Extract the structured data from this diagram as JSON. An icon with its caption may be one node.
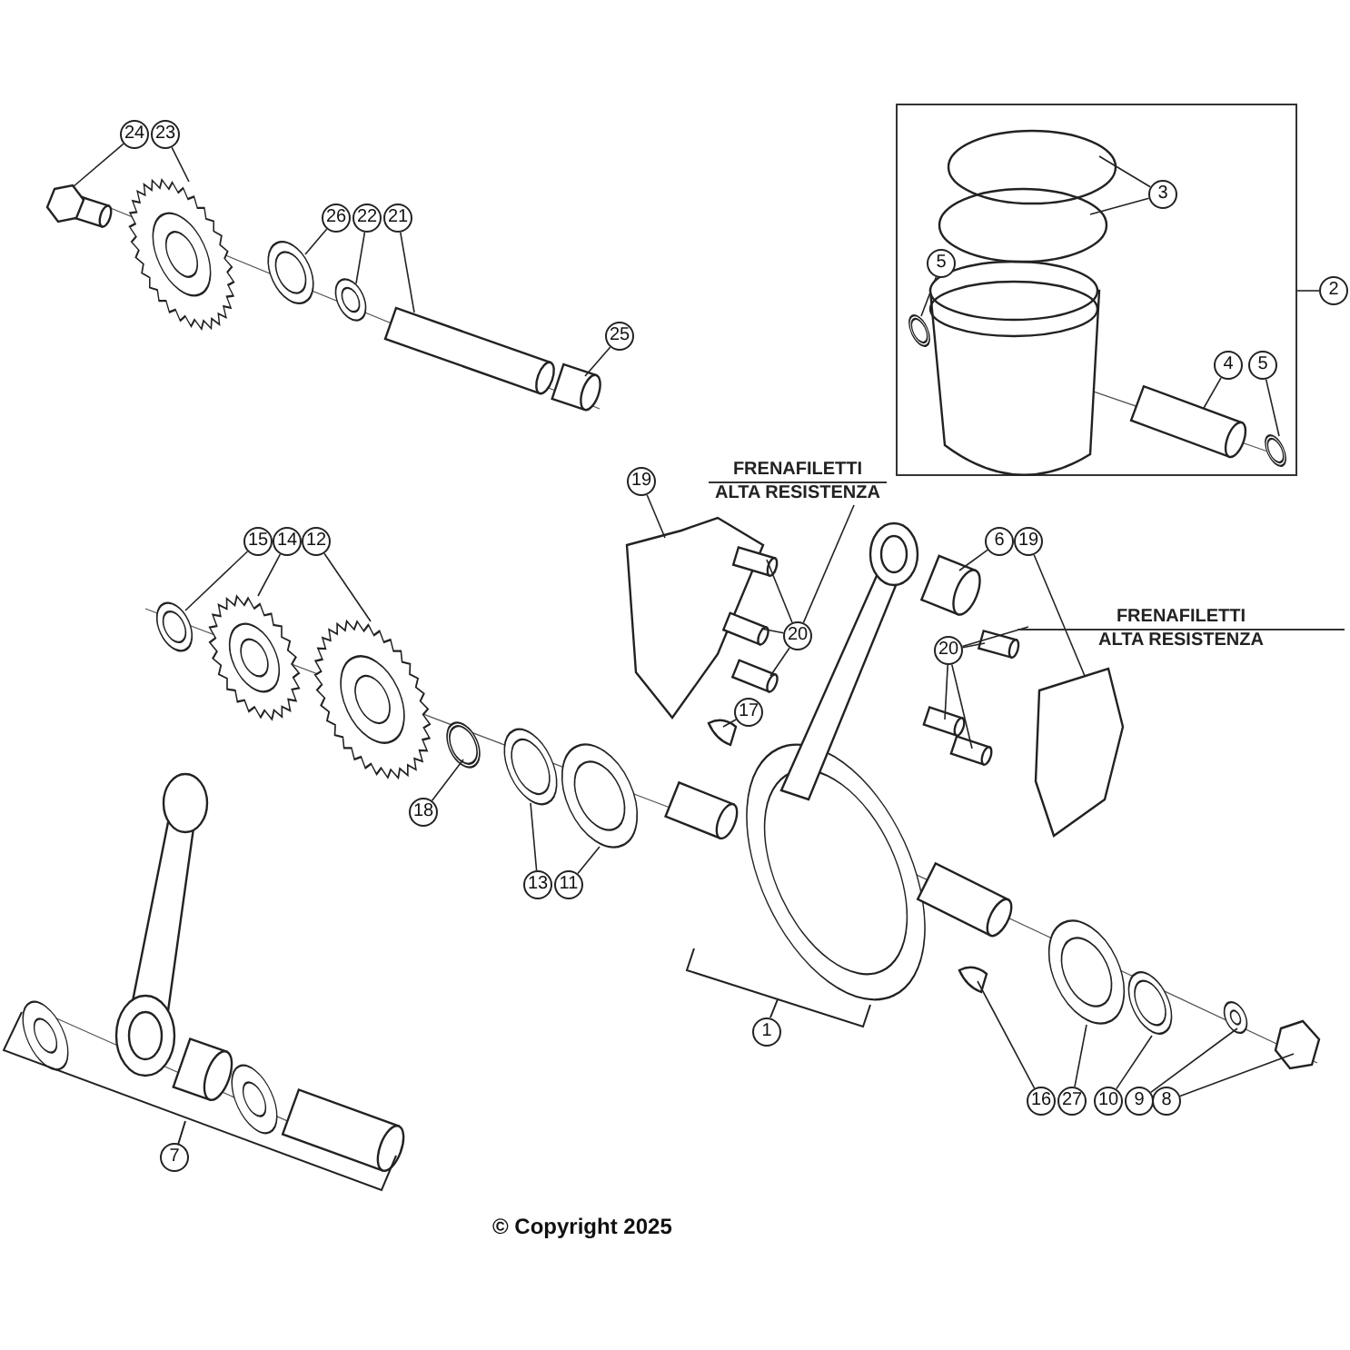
{
  "diagram": {
    "caption": "© Copyright 2025",
    "nodes": [
      {
        "text": [
          "24"
        ]
      },
      {
        "text": [
          "23"
        ]
      },
      {
        "text": [],
        "shape": "box"
      },
      {
        "text": [
          "3"
        ],
        "in": 2
      },
      {
        "text": [
          "5"
        ],
        "in": 2
      },
      {
        "text": [
          "2"
        ]
      },
      {
        "text": [
          "26"
        ]
      },
      {
        "text": [
          "22"
        ]
      },
      {
        "text": [
          "21"
        ]
      },
      {
        "text": [
          "4"
        ],
        "in": 2
      },
      {
        "text": [
          "5"
        ],
        "in": 2
      },
      {
        "text": [
          "25"
        ]
      },
      {
        "text": [
          "FRENAFILETTI",
          "ALTA RESISTENZA"
        ]
      },
      {
        "text": [
          "19"
        ]
      },
      {
        "text": [
          "6"
        ]
      },
      {
        "text": [
          "19"
        ]
      },
      {
        "text": [
          "15"
        ]
      },
      {
        "text": [
          "14"
        ]
      },
      {
        "text": [
          "12"
        ]
      },
      {
        "text": [
          "20"
        ]
      },
      {
        "text": [
          "FRENAFILETTI",
          "ALTA RESISTENZA"
        ]
      },
      {
        "text": [
          "20"
        ]
      },
      {
        "text": [
          "17"
        ]
      },
      {
        "text": [
          "18"
        ]
      },
      {
        "text": [
          "13"
        ]
      },
      {
        "text": [
          "11"
        ]
      },
      {
        "text": [
          "1"
        ]
      },
      {
        "text": [
          "16"
        ]
      },
      {
        "text": [
          "27"
        ]
      },
      {
        "text": [
          "10"
        ]
      },
      {
        "text": [
          "9"
        ]
      },
      {
        "text": [
          "8"
        ]
      },
      {
        "text": [
          "7"
        ]
      },
      {
        "text": [],
        "shape": "cylinder"
      },
      {
        "text": [],
        "shape": "picture"
      },
      {
        "text": [],
        "shape": "picture"
      },
      {
        "text": [],
        "shape": "picture"
      },
      {
        "text": [],
        "shape": "picture"
      },
      {
        "text": [],
        "shape": "cylinder"
      },
      {
        "text": [],
        "shape": "circle",
        "in": 2
      },
      {
        "text": [],
        "shape": "circle",
        "in": 2
      },
      {
        "text": [],
        "shape": "picture",
        "in": 2
      },
      {
        "text": [],
        "shape": "picture",
        "in": 2
      },
      {
        "text": [],
        "shape": "picture",
        "in": 2
      },
      {
        "text": [],
        "shape": "picture"
      },
      {
        "text": [],
        "shape": "cylinder"
      },
      {
        "text": [],
        "shape": "picture"
      },
      {
        "text": [],
        "shape": "picture"
      },
      {
        "text": [],
        "shape": "picture"
      },
      {
        "text": [],
        "shape": "picture"
      },
      {
        "text": [],
        "shape": "cylinder"
      },
      {
        "text": [],
        "shape": "cylinder"
      },
      {
        "text": [],
        "shape": "cylinder"
      },
      {
        "text": [],
        "shape": "picture"
      },
      {
        "text": [],
        "shape": "picture"
      },
      {
        "text": [],
        "shape": "picture"
      },
      {
        "text": [],
        "shape": "picture"
      },
      {
        "text": [],
        "shape": "picture"
      },
      {
        "text": [],
        "shape": "picture"
      },
      {
        "text": [],
        "shape": "picture"
      },
      {
        "text": [],
        "shape": "picture"
      },
      {
        "text": [],
        "shape": "picture"
      },
      {
        "text": [],
        "shape": "picture"
      },
      {
        "text": [],
        "shape": "picture"
      },
      {
        "text": [],
        "shape": "picture"
      }
    ],
    "edges": [
      {
        "from": 0,
        "to": 33,
        "arrow": "none"
      },
      {
        "from": 1,
        "to": 34,
        "arrow": "none"
      },
      {
        "from": 6,
        "to": 35,
        "arrow": "none"
      },
      {
        "from": 7,
        "to": 36,
        "arrow": "none"
      },
      {
        "from": 8,
        "to": 37,
        "arrow": "none"
      },
      {
        "from": 11,
        "to": 38,
        "arrow": "none"
      },
      {
        "from": 3,
        "to": 39,
        "arrow": "none"
      },
      {
        "from": 3,
        "to": 40,
        "arrow": "none"
      },
      {
        "from": 4,
        "to": 41,
        "arrow": "none"
      },
      {
        "from": 5,
        "to": 2,
        "arrow": "none"
      },
      {
        "from": 9,
        "to": 42,
        "arrow": "none"
      },
      {
        "from": 10,
        "to": 43,
        "arrow": "none"
      },
      {
        "from": 13,
        "to": 44,
        "arrow": "none"
      },
      {
        "from": 19,
        "to": 12,
        "arrow": "none"
      },
      {
        "from": 19,
        "to": 45,
        "arrow": "none"
      },
      {
        "from": 19,
        "to": 46,
        "arrow": "none"
      },
      {
        "from": 19,
        "to": 47,
        "arrow": "none"
      },
      {
        "from": 14,
        "to": 48,
        "arrow": "none"
      },
      {
        "from": 15,
        "to": 49,
        "arrow": "none"
      },
      {
        "from": 21,
        "to": 20,
        "arrow": "none"
      },
      {
        "from": 21,
        "to": 50,
        "arrow": "none"
      },
      {
        "from": 21,
        "to": 51,
        "arrow": "none"
      },
      {
        "from": 21,
        "to": 52,
        "arrow": "none"
      },
      {
        "from": 16,
        "to": 53,
        "arrow": "none"
      },
      {
        "from": 17,
        "to": 54,
        "arrow": "none"
      },
      {
        "from": 18,
        "to": 55,
        "arrow": "none"
      },
      {
        "from": 22,
        "to": 56,
        "arrow": "none"
      },
      {
        "from": 23,
        "to": 57,
        "arrow": "none"
      },
      {
        "from": 24,
        "to": 58,
        "arrow": "none"
      },
      {
        "from": 25,
        "to": 59,
        "arrow": "none"
      },
      {
        "from": 27,
        "to": 60,
        "arrow": "none"
      },
      {
        "from": 28,
        "to": 61,
        "arrow": "none"
      },
      {
        "from": 29,
        "to": 62,
        "arrow": "none"
      },
      {
        "from": 30,
        "to": 63,
        "arrow": "none"
      },
      {
        "from": 31,
        "to": 64,
        "arrow": "none"
      }
    ]
  }
}
